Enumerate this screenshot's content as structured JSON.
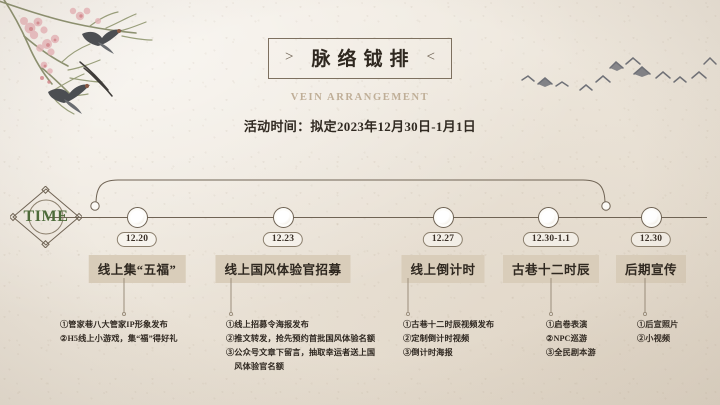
{
  "theme": {
    "paper_bg": "#ece5da",
    "ink": "#2f2820",
    "line": "#6f6354",
    "heading_bg": "#d9cdba",
    "accent_green": "#4c6b39",
    "muted_en": "#bfae97"
  },
  "header": {
    "left_angle": ">",
    "right_angle": "<",
    "title": "脉络钺排",
    "subtitle_en": "VEIN ARRANGEMENT",
    "subtitle_cn": "活动时间：拟定2023年12月30日-1月1日"
  },
  "timeline": {
    "badge_label": "TIME",
    "nodes": [
      {
        "date": "12.20",
        "heading": "线上集“五福”",
        "bullets": [
          "①管家巷八大管家IP形象发布",
          "②H5线上小游戏，集“福”得好礼"
        ]
      },
      {
        "date": "12.23",
        "heading": "线上国风体验官招募",
        "bullets": [
          "①线上招募令海报发布",
          "②推文转发，抢先预约首批国风体验名额",
          "③公众号文章下留言，抽取幸运者送上国",
          "　风体验官名额"
        ]
      },
      {
        "date": "12.27",
        "heading": "线上倒计时",
        "bullets": [
          "①古巷十二时辰视频发布",
          "②定制倒计时视频",
          "③倒计时海报"
        ]
      },
      {
        "date": "12.30-1.1",
        "heading": "古巷十二时辰",
        "bullets": [
          "①启卷表演",
          "②NPC巡游",
          "③全民剧本游"
        ]
      },
      {
        "date": "12.30",
        "heading": "后期宣传",
        "bullets": [
          "①后宣照片",
          "②小视频"
        ]
      }
    ]
  },
  "decorations": {
    "branch": "plum-branch-with-swallows",
    "geese": "flying-geese-flock"
  }
}
